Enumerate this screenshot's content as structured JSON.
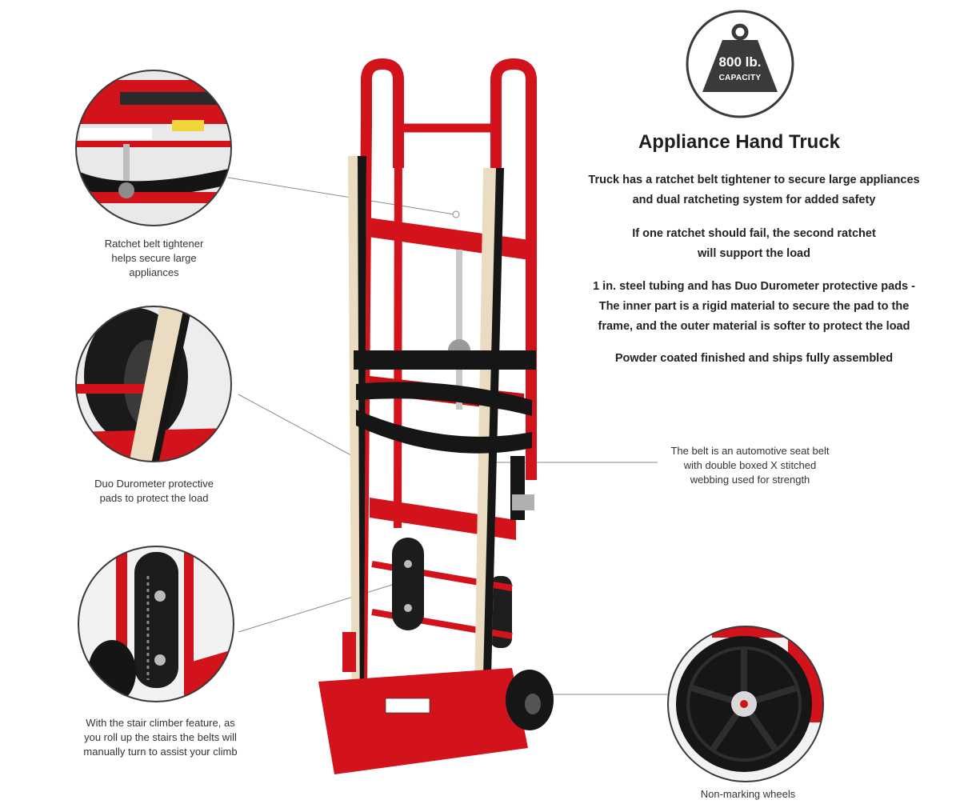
{
  "badge": {
    "weight": "800 lb.",
    "label": "CAPACITY"
  },
  "title": "Appliance Hand Truck",
  "paragraphs": [
    "Truck has a ratchet belt tightener to secure large appliances\nand dual ratcheting system for added safety",
    "If one ratchet should fail, the second ratchet\nwill support the load",
    "1 in. steel tubing and has Duo Durometer protective pads -\nThe inner part is a rigid material to secure the pad to the\nframe, and the outer material is softer to protect the load",
    "Powder coated finished and ships fully assembled"
  ],
  "callouts": {
    "ratchet": "Ratchet belt tightener\nhelps secure large\nappliances",
    "pads": "Duo Durometer protective\npads to protect the load",
    "stair": "With the stair climber feature, as\nyou roll up the stairs the belts will\nmanually turn to assist your climb",
    "belt": "The belt is an automotive seat belt\nwith double boxed X stitched\nwebbing used for strength",
    "wheels": "Non-marking wheels"
  },
  "colors": {
    "frame_red": "#d2131b",
    "belt_black": "#161616",
    "pad_beige": "#e9dcc0"
  },
  "icons": [
    "weight-icon",
    "ratchet-detail-icon",
    "pad-detail-icon",
    "stair-climber-detail-icon",
    "wheel-detail-icon",
    "hand-truck-icon"
  ]
}
